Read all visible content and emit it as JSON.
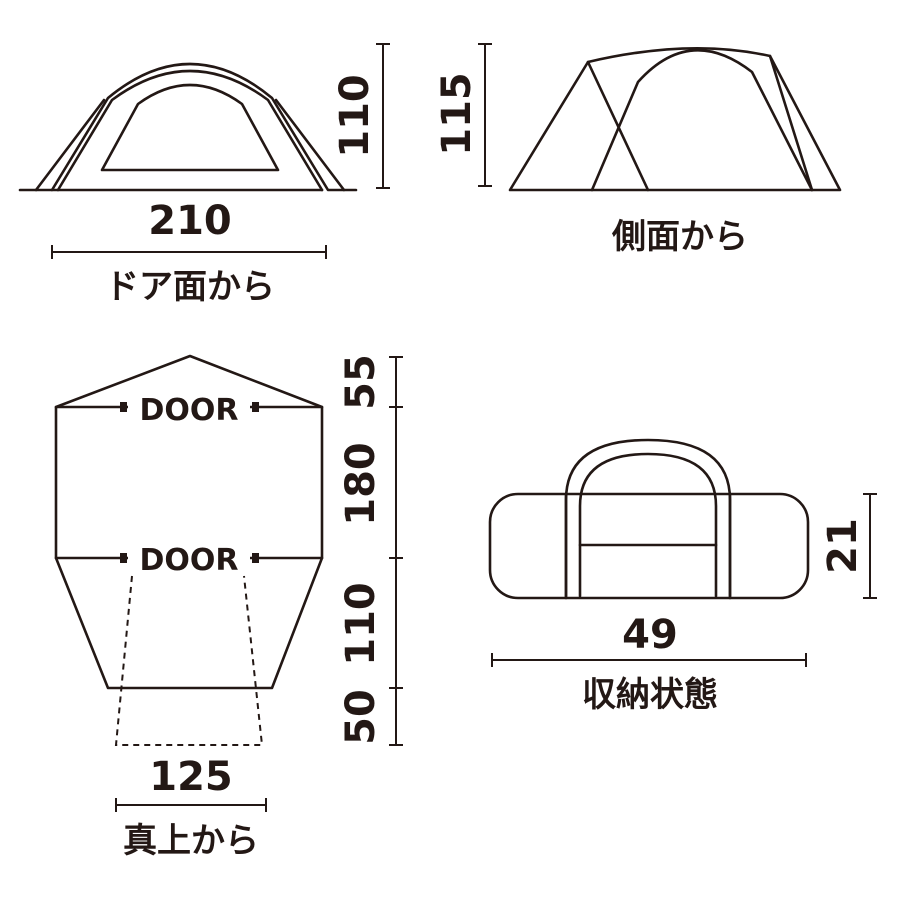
{
  "views": {
    "door": {
      "width": "210",
      "height": "110",
      "caption": "ドア面から"
    },
    "side": {
      "height": "115",
      "caption": "側面から"
    },
    "top": {
      "door_label_front": "DOOR",
      "door_label_rear": "DOOR",
      "seg_front": "55",
      "seg_body": "180",
      "seg_vestibule": "110",
      "seg_rear": "50",
      "width": "125",
      "caption": "真上から"
    },
    "bag": {
      "width": "49",
      "height": "21",
      "caption": "収納状態"
    }
  }
}
